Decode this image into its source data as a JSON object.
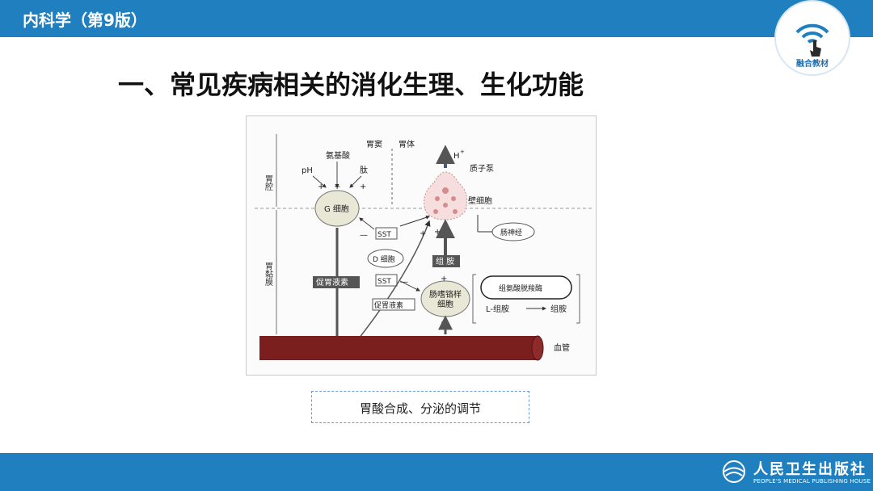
{
  "header": {
    "title": "内科学（第9版）",
    "badge_label": "融合教材"
  },
  "slide": {
    "heading": "一、常见疾病相关的消化生理、生化功能"
  },
  "figure": {
    "labels": {
      "gastric_lumen": "胃腔",
      "gastric_mucosa": "胃黏膜",
      "antrum": "胃窦",
      "body": "胃体",
      "amino_acid": "氨基酸",
      "ph": "pH",
      "peptide": "肽",
      "g_cell": "G 细胞",
      "h_plus": "H",
      "h_plus_sup": "+",
      "proton_pump": "质子泵",
      "parietal_cell": "壁细胞",
      "sst_1": "SST",
      "sst_2": "SST",
      "d_cell": "D 细胞",
      "gastrin_1": "促胃液素",
      "gastrin_2": "促胃液素",
      "histamine_1": "组 胺",
      "ecl_cell_line1": "肠嗜铬样",
      "ecl_cell_line2": "细胞",
      "enteric_nerve": "肠神经",
      "hdc": "组氨酸脱羧酶",
      "l_histidine": "L-组胺",
      "histamine_2": "组胺",
      "blood_vessel": "血管",
      "plus": "+",
      "minus": "—"
    }
  },
  "caption": "胃酸合成、分泌的调节",
  "footer": {
    "publisher": "人民卫生出版社",
    "publisher_en": "PEOPLE'S MEDICAL PUBLISHING HOUSE"
  },
  "colors": {
    "brand_blue": "#1f7fbf",
    "vessel": "#7a1e1e",
    "arrow": "#555555"
  }
}
